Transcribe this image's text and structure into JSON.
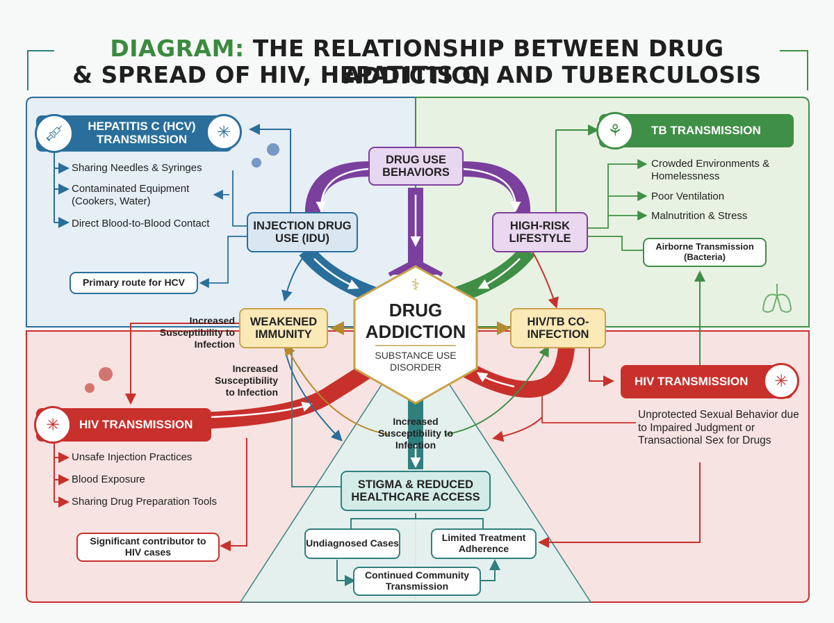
{
  "title": {
    "accent": "DIAGRAM:",
    "line1_rest": "THE RELATIONSHIP BETWEEN DRUG ADDICTION",
    "line2": "& SPREAD OF HIV, HEPATITIS C, AND TUBERCULOSIS"
  },
  "center": {
    "title_line1": "DRUG",
    "title_line2": "ADDICTION",
    "subtitle_line1": "SUBSTANCE USE",
    "subtitle_line2": "DISORDER"
  },
  "nodes": {
    "drug_use_behaviors": "DRUG USE BEHAVIORS",
    "injection_drug_use": "INJECTION DRUG USE (IDU)",
    "high_risk_lifestyle": "HIGH-RISK LIFESTYLE",
    "weakened_immunity": "WEAKENED IMMUNITY",
    "hiv_tb_coinfection": "HIV/TB CO-INFECTION",
    "stigma": "STIGMA & REDUCED HEALTHCARE ACCESS",
    "undiagnosed": "Undiagnosed Cases",
    "limited_treatment": "Limited Treatment Adherence",
    "continued_transmission": "Continued Community Transmission"
  },
  "hcv": {
    "header": "HEPATITIS C (HCV) TRANSMISSION",
    "items": [
      "Sharing Needles & Syringes",
      "Contaminated Equipment (Cookers, Water)",
      "Direct Blood-to-Blood Contact"
    ],
    "note": "Primary route for HCV"
  },
  "tb": {
    "header": "TB TRANSMISSION",
    "items": [
      "Crowded Environments & Homelessness",
      "Poor Ventilation",
      "Malnutrition & Stress"
    ],
    "note": "Airborne Transmission (Bacteria)"
  },
  "hiv_left": {
    "header": "HIV TRANSMISSION",
    "items": [
      "Unsafe Injection Practices",
      "Blood Exposure",
      "Sharing Drug Preparation Tools"
    ],
    "note": "Significant contributor to HIV cases"
  },
  "hiv_right": {
    "header": "HIV TRANSMISSION",
    "text": "Unprotected Sexual Behavior due to Impaired Judgment or Transactional Sex for Drugs"
  },
  "annotations": {
    "susceptibility_1": "Increased Susceptibility to Infection",
    "susceptibility_2": "Increased Susceptibility to Infection",
    "susceptibility_3": "Increased Susceptibility to Infection"
  },
  "colors": {
    "purple": "#7b3f9e",
    "blue": "#2a6f9b",
    "green": "#3f8f46",
    "red": "#c8302c",
    "teal": "#2f7f7d",
    "gold": "#c9a24a",
    "hcv_bg": "#e6eef6",
    "tb_bg": "#e8f2e2",
    "hiv_bg": "#f7e3e1"
  },
  "icons": [
    "syringe-icon",
    "virus-icon",
    "lungs-icon",
    "pill-bottle-icon"
  ]
}
